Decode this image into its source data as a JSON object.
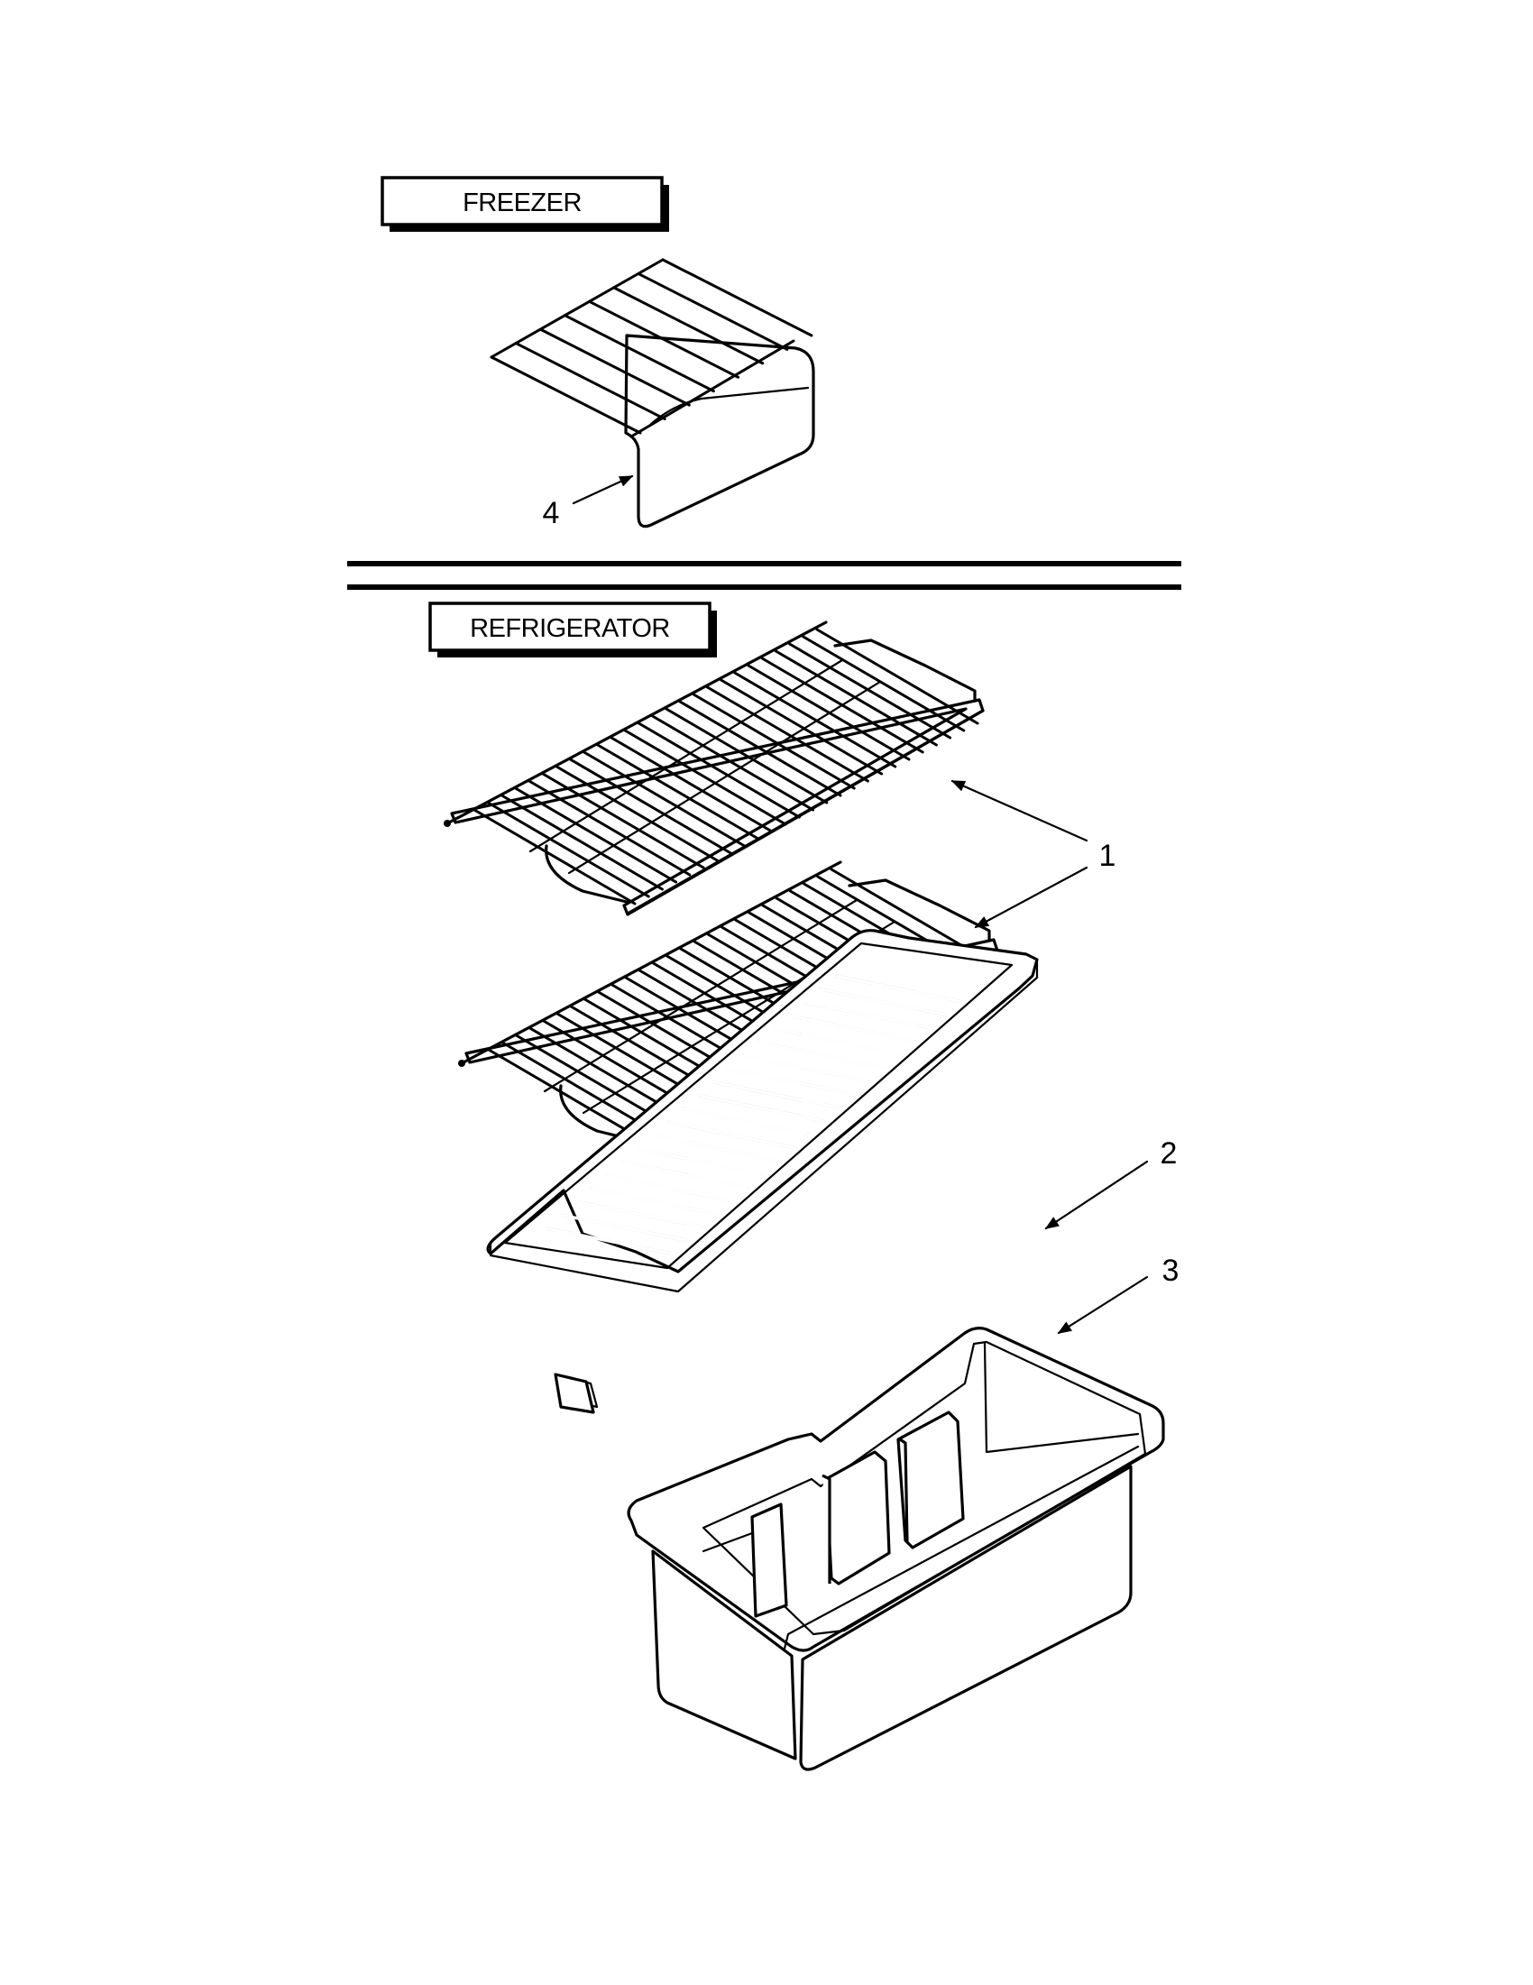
{
  "sections": {
    "freezer": "FREEZER",
    "refrigerator": "REFRIGERATOR"
  },
  "callouts": {
    "shelf": "1",
    "crisper_cover": "2",
    "crisper_drawer": "3",
    "freezer_shelf": "4"
  }
}
